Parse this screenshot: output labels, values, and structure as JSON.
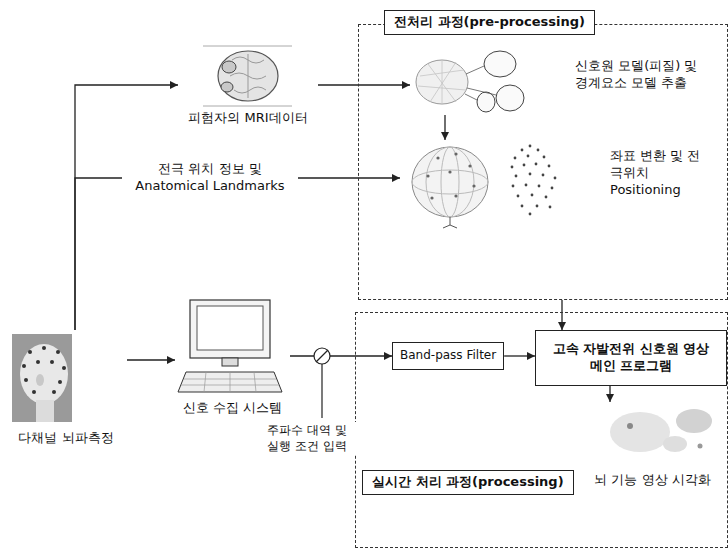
{
  "diagram": {
    "nodes": [
      {
        "text": [
          "피험자의 MRI데이터"
        ]
      },
      {
        "text": [
          "전처리 과정(pre-processing)"
        ]
      },
      {
        "text": [
          "신호원 모델(피질) 및 경계요소 모델 추출"
        ],
        "in": 1
      },
      {
        "text": [
          "좌표 변환 및 전극위치 Positioning"
        ],
        "in": 1
      },
      {
        "text": [
          "다채널 뇌파측정"
        ]
      },
      {
        "text": [
          "신호 수집 시스템"
        ]
      },
      {
        "text": [
          "실시간 처리 과정(processing)"
        ]
      },
      {
        "text": [
          "Band-pass Filter"
        ],
        "in": 6
      },
      {
        "text": [
          "고속 자발전위 신호원 영상 메인 프로그램"
        ],
        "in": 6
      },
      {
        "text": [
          "뇌 기능 영상 시각화"
        ],
        "in": 6
      }
    ],
    "edges": [
      {
        "from": 4,
        "to": 0,
        "arrow": "to"
      },
      {
        "from": 0,
        "to": 2,
        "arrow": "to"
      },
      {
        "from": 2,
        "to": 3,
        "arrow": "to"
      },
      {
        "from": 4,
        "to": 3,
        "label": "전극 위치 정보 및 Anatomical Landmarks",
        "arrow": "to"
      },
      {
        "from": 4,
        "to": 5,
        "arrow": "to"
      },
      {
        "from": 5,
        "to": 7,
        "arrow": "to"
      },
      {
        "from": 7,
        "to": 8,
        "arrow": "to"
      },
      {
        "from": 1,
        "to": 8,
        "arrow": "to"
      },
      {
        "from": 8,
        "to": 9,
        "arrow": "to"
      }
    ],
    "labels": [
      "주파수 대역 및 실행 조건 입력"
    ]
  }
}
